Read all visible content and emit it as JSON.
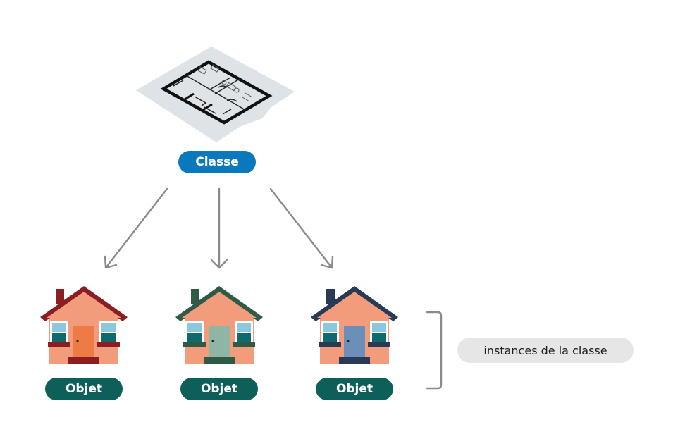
{
  "diagram": {
    "class_label": "Classe",
    "object_labels": [
      "Objet",
      "Objet",
      "Objet"
    ],
    "instances_label": "instances de la classe"
  },
  "colors": {
    "class_pill": "#0a78bd",
    "object_pill": "#0d605a",
    "instances_pill": "#e6e6e6",
    "arrow": "#8a8a8a",
    "bracket": "#8a8a8a",
    "house_wall": "#f39c7c",
    "house_1_roof": "#8b1e23",
    "house_2_roof": "#2f5a45",
    "house_3_roof": "#283a55",
    "house_1_door": "#ee7a45",
    "house_2_door": "#8fb5a4",
    "house_3_door": "#6b8fb8",
    "window_glass": "#8bc8dd"
  },
  "icons": [
    "blueprint-icon",
    "house-icon"
  ]
}
